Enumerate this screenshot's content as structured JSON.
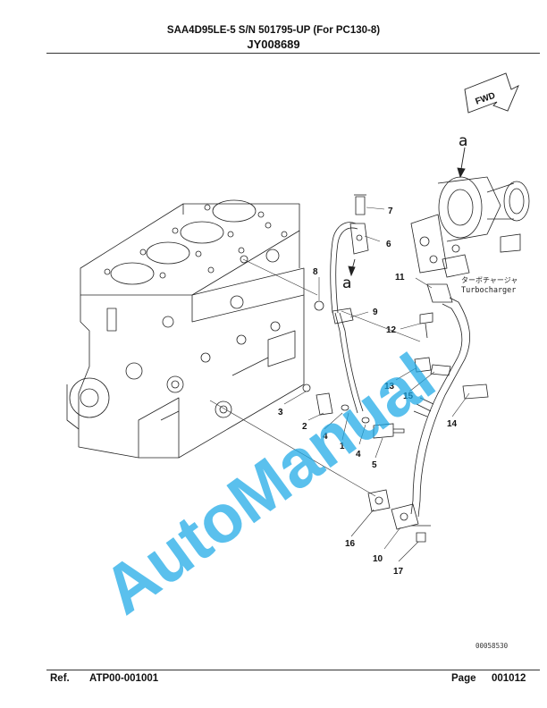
{
  "header": {
    "model_line": "SAA4D95LE-5 S/N 501795-UP (For PC130-8)",
    "group_code": "JY008689"
  },
  "diagram": {
    "fwd_label": "FWD",
    "view_marker": "a",
    "turbo_label_jp": "ターボチャージャ",
    "turbo_label_en": "Turbocharger",
    "image_code": "00058530",
    "watermark": "AutoManual",
    "callouts": [
      "1",
      "2",
      "3",
      "4",
      "4",
      "5",
      "6",
      "7",
      "8",
      "9",
      "10",
      "11",
      "12",
      "13",
      "14",
      "15",
      "16",
      "17"
    ]
  },
  "footer": {
    "ref_label": "Ref.",
    "ref_value": "ATP00-001001",
    "page_label": "Page",
    "page_value": "001012"
  }
}
